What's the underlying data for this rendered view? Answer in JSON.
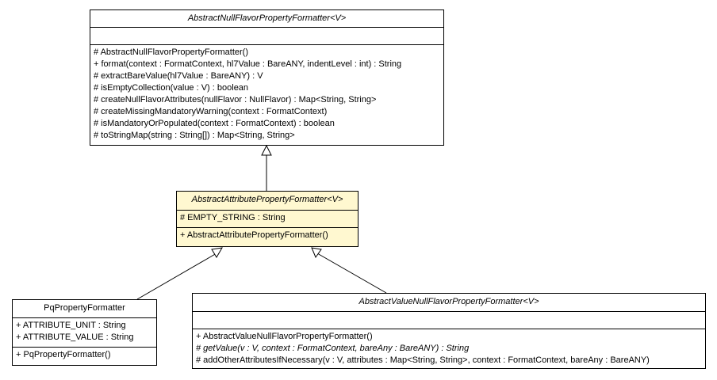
{
  "classes": {
    "abstract_null_flavor": {
      "name": "AbstractNullFlavorPropertyFormatter<V>",
      "abstract": true,
      "attributes": [],
      "operations": [
        {
          "text": "# AbstractNullFlavorPropertyFormatter()",
          "abstract": false
        },
        {
          "text": "+ format(context : FormatContext, hl7Value : BareANY, indentLevel : int) : String",
          "abstract": false
        },
        {
          "text": "# extractBareValue(hl7Value : BareANY) : V",
          "abstract": false
        },
        {
          "text": "# isEmptyCollection(value : V) : boolean",
          "abstract": false
        },
        {
          "text": "# createNullFlavorAttributes(nullFlavor : NullFlavor) : Map<String, String>",
          "abstract": false
        },
        {
          "text": "# createMissingMandatoryWarning(context : FormatContext)",
          "abstract": false
        },
        {
          "text": "# isMandatoryOrPopulated(context : FormatContext) : boolean",
          "abstract": false
        },
        {
          "text": "# toStringMap(string : String[]) : Map<String, String>",
          "abstract": false
        }
      ]
    },
    "abstract_attribute": {
      "name": "AbstractAttributePropertyFormatter<V>",
      "abstract": true,
      "highlight_color": "#fff8d0",
      "attributes": [
        {
          "text": "# EMPTY_STRING : String"
        }
      ],
      "operations": [
        {
          "text": "+ AbstractAttributePropertyFormatter()",
          "abstract": false
        }
      ]
    },
    "pq_property": {
      "name": "PqPropertyFormatter",
      "abstract": false,
      "attributes": [
        {
          "text": "+ ATTRIBUTE_UNIT : String"
        },
        {
          "text": "+ ATTRIBUTE_VALUE : String"
        }
      ],
      "operations": [
        {
          "text": "+ PqPropertyFormatter()",
          "abstract": false
        }
      ]
    },
    "abstract_value_null_flavor": {
      "name": "AbstractValueNullFlavorPropertyFormatter<V>",
      "abstract": true,
      "attributes": [],
      "operations": [
        {
          "text": "+ AbstractValueNullFlavorPropertyFormatter()",
          "abstract": false
        },
        {
          "text": "# getValue(v : V, context : FormatContext, bareAny : BareANY) : String",
          "abstract": true
        },
        {
          "text": "# addOtherAttributesIfNecessary(v : V, attributes : Map<String, String>, context : FormatContext, bareAny : BareANY)",
          "abstract": false
        }
      ]
    }
  },
  "relations": [
    {
      "type": "generalization",
      "from": "abstract_attribute",
      "to": "abstract_null_flavor"
    },
    {
      "type": "generalization",
      "from": "pq_property",
      "to": "abstract_attribute"
    },
    {
      "type": "generalization",
      "from": "abstract_value_null_flavor",
      "to": "abstract_attribute"
    }
  ]
}
